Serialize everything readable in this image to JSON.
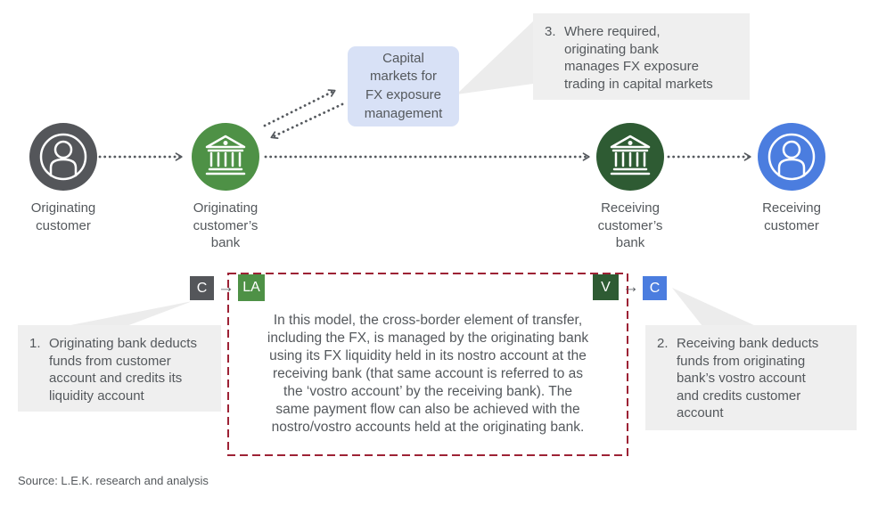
{
  "colors": {
    "gray_circle": "#54565A",
    "green_circle": "#4E9146",
    "dark_green_circle": "#2E5B33",
    "blue_circle": "#4B7DDF",
    "note_bg": "#EFEFEF",
    "capital_box_bg": "#D8E1F6",
    "dashed_border": "#9D2235",
    "text": "#54585C"
  },
  "nodes": [
    {
      "label": "Originating\ncustomer"
    },
    {
      "label": "Originating\ncustomer’s\nbank"
    },
    {
      "label": "Receiving\ncustomer’s\nbank"
    },
    {
      "label": "Receiving\ncustomer"
    }
  ],
  "capital_markets_box": {
    "text": "Capital\nmarkets for\nFX exposure\nmanagement"
  },
  "callouts": {
    "note1": {
      "number": "1.",
      "text": "Originating bank deducts\nfunds from customer\naccount and credits its\nliquidity account"
    },
    "note2": {
      "number": "2.",
      "text": "Receiving bank deducts\nfunds from originating\nbank’s vostro account\nand credits customer\naccount"
    },
    "note3": {
      "number": "3.",
      "text": "Where required,\noriginating bank\nmanages FX exposure\ntrading in capital markets"
    }
  },
  "badges": {
    "customer_account": "C",
    "liquidity_account": "LA",
    "vostro_account": "V",
    "receiving_customer_account": "C",
    "arrow": "→"
  },
  "model_box": {
    "text": "In this model, the cross-border element of transfer,\nincluding the FX, is managed by the originating bank\nusing its FX liquidity held in its nostro account at the\nreceiving bank (that same account is referred to as\nthe ‘vostro account’ by the receiving bank). The\nsame payment flow can also be achieved with the\nnostro/vostro accounts held at the originating bank."
  },
  "source": "Source: L.E.K. research and analysis"
}
